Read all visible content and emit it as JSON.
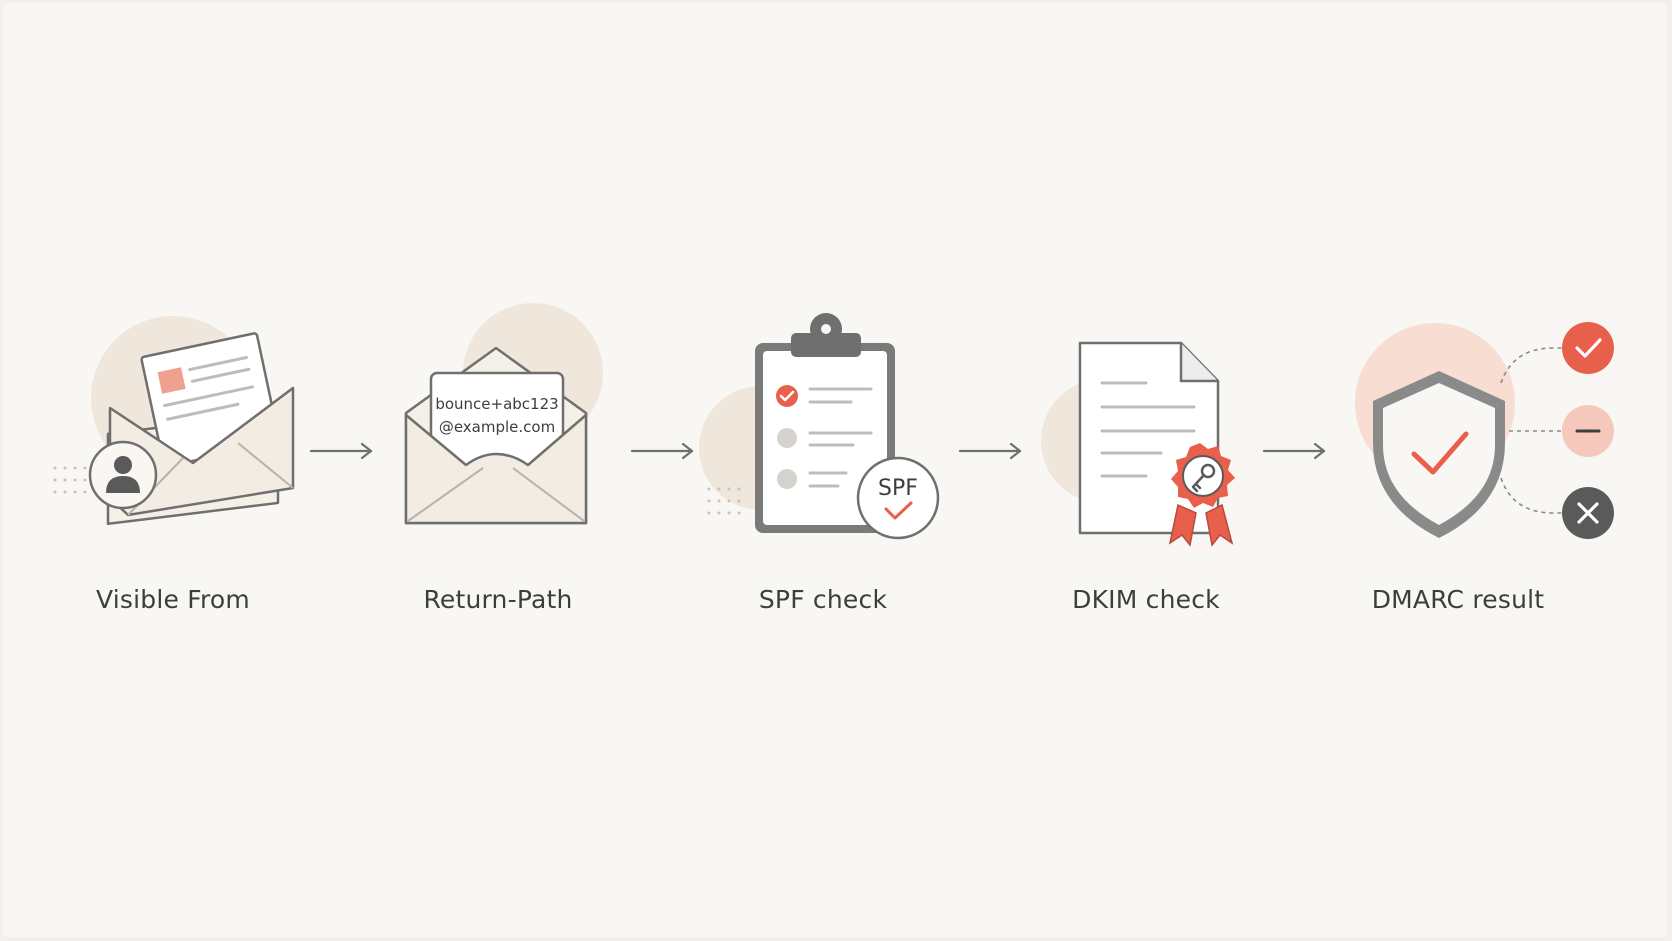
{
  "steps": [
    {
      "label": "Visible From"
    },
    {
      "label": "Return-Path",
      "envelope_card": [
        "bounce+abc123",
        "@example.com"
      ]
    },
    {
      "label": "SPF check",
      "badge": "SPF"
    },
    {
      "label": "DKIM check"
    },
    {
      "label": "DMARC result",
      "outcomes": [
        "pass",
        "neutral",
        "fail"
      ]
    }
  ],
  "colors": {
    "accent": "#e8604c",
    "accent_soft": "#f6c7bb",
    "stroke": "#6f6f6f",
    "dark": "#5a5a5a",
    "halo": "#efe6dc",
    "paper": "#f9f7f3",
    "label": "#3d3d3d"
  },
  "icons": [
    "envelope-user-icon",
    "envelope-letter-icon",
    "clipboard-checklist-icon",
    "document-seal-key-icon",
    "shield-check-icon"
  ]
}
